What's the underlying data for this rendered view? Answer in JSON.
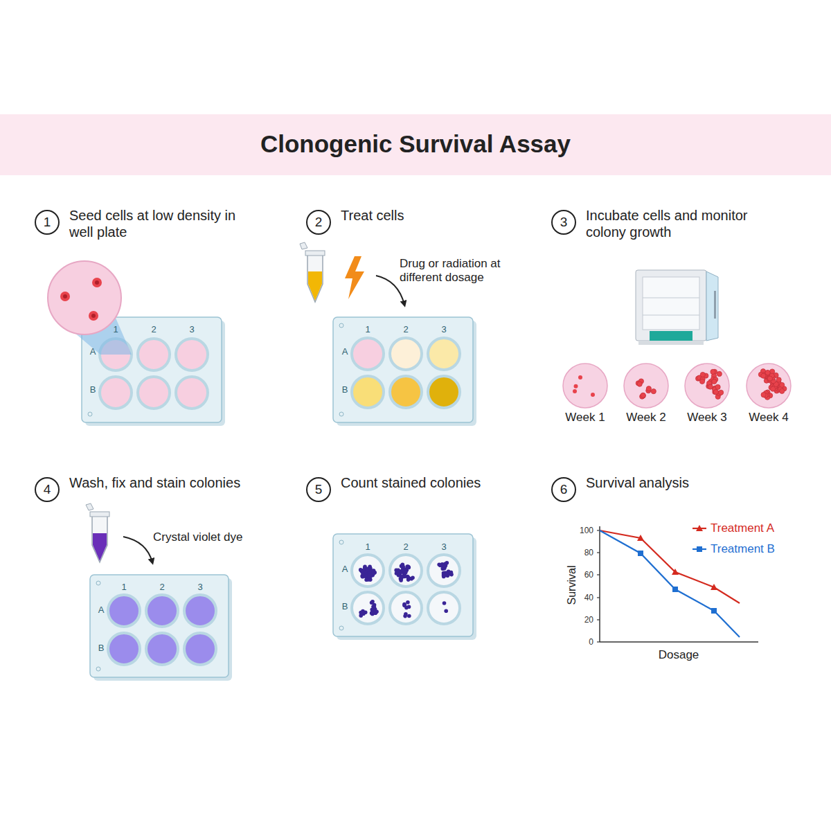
{
  "diagram": {
    "title": "Clonogenic Survival Assay",
    "nodes": [
      {
        "text": [
          "1",
          "Seed cells at low density in well plate"
        ]
      },
      {
        "text": [
          "2",
          "Treat cells"
        ]
      },
      {
        "text": [
          "3",
          "Incubate cells and monitor colony growth"
        ]
      },
      {
        "text": [
          "4",
          "Wash, fix and stain colonies"
        ]
      },
      {
        "text": [
          "5",
          "Count stained colonies"
        ]
      },
      {
        "text": [
          "6",
          "Survival analysis"
        ]
      }
    ],
    "labels": [
      "1",
      "2",
      "3",
      "A",
      "B",
      "Drug or radiation at different dosage",
      "1",
      "2",
      "3",
      "A",
      "B",
      "Week 1",
      "Week 2",
      "Week 3",
      "Week 4",
      "Crystal violet dye",
      "1",
      "2",
      "3",
      "A",
      "B",
      "1",
      "2",
      "3",
      "A",
      "B",
      "100",
      "80",
      "60",
      "40",
      "20",
      "0",
      "Survival",
      "Dosage"
    ],
    "legend": [
      {
        "text": "Treatment A"
      },
      {
        "text": "Treatment B"
      }
    ]
  }
}
